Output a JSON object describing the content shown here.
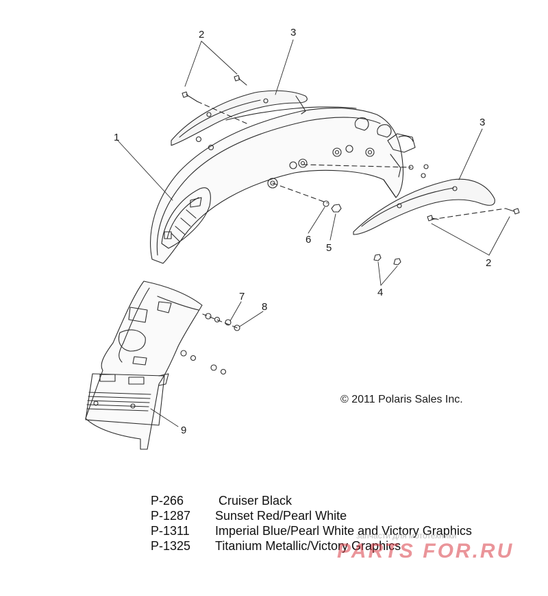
{
  "callouts": {
    "c1": "1",
    "c2a": "2",
    "c2b": "2",
    "c3a": "3",
    "c3b": "3",
    "c4": "4",
    "c5": "5",
    "c6": "6",
    "c7": "7",
    "c8": "8",
    "c9": "9"
  },
  "copyright": "© 2011 Polaris Sales Inc.",
  "legend": [
    {
      "code": "P-266",
      "name": "Cruiser Black"
    },
    {
      "code": "P-1287",
      "name": "Sunset Red/Pearl White"
    },
    {
      "code": "P-1311",
      "name": "Imperial Blue/Pearl White and Victory Graphics"
    },
    {
      "code": "P-1325",
      "name": "Titanium Metallic/Victory Graphics"
    }
  ],
  "watermark": {
    "brand": "PARTS FOR.RU",
    "subtitle": "запчасти для мототехники"
  },
  "colors": {
    "line": "#2a2a2a",
    "watermark": "#d83c46"
  }
}
